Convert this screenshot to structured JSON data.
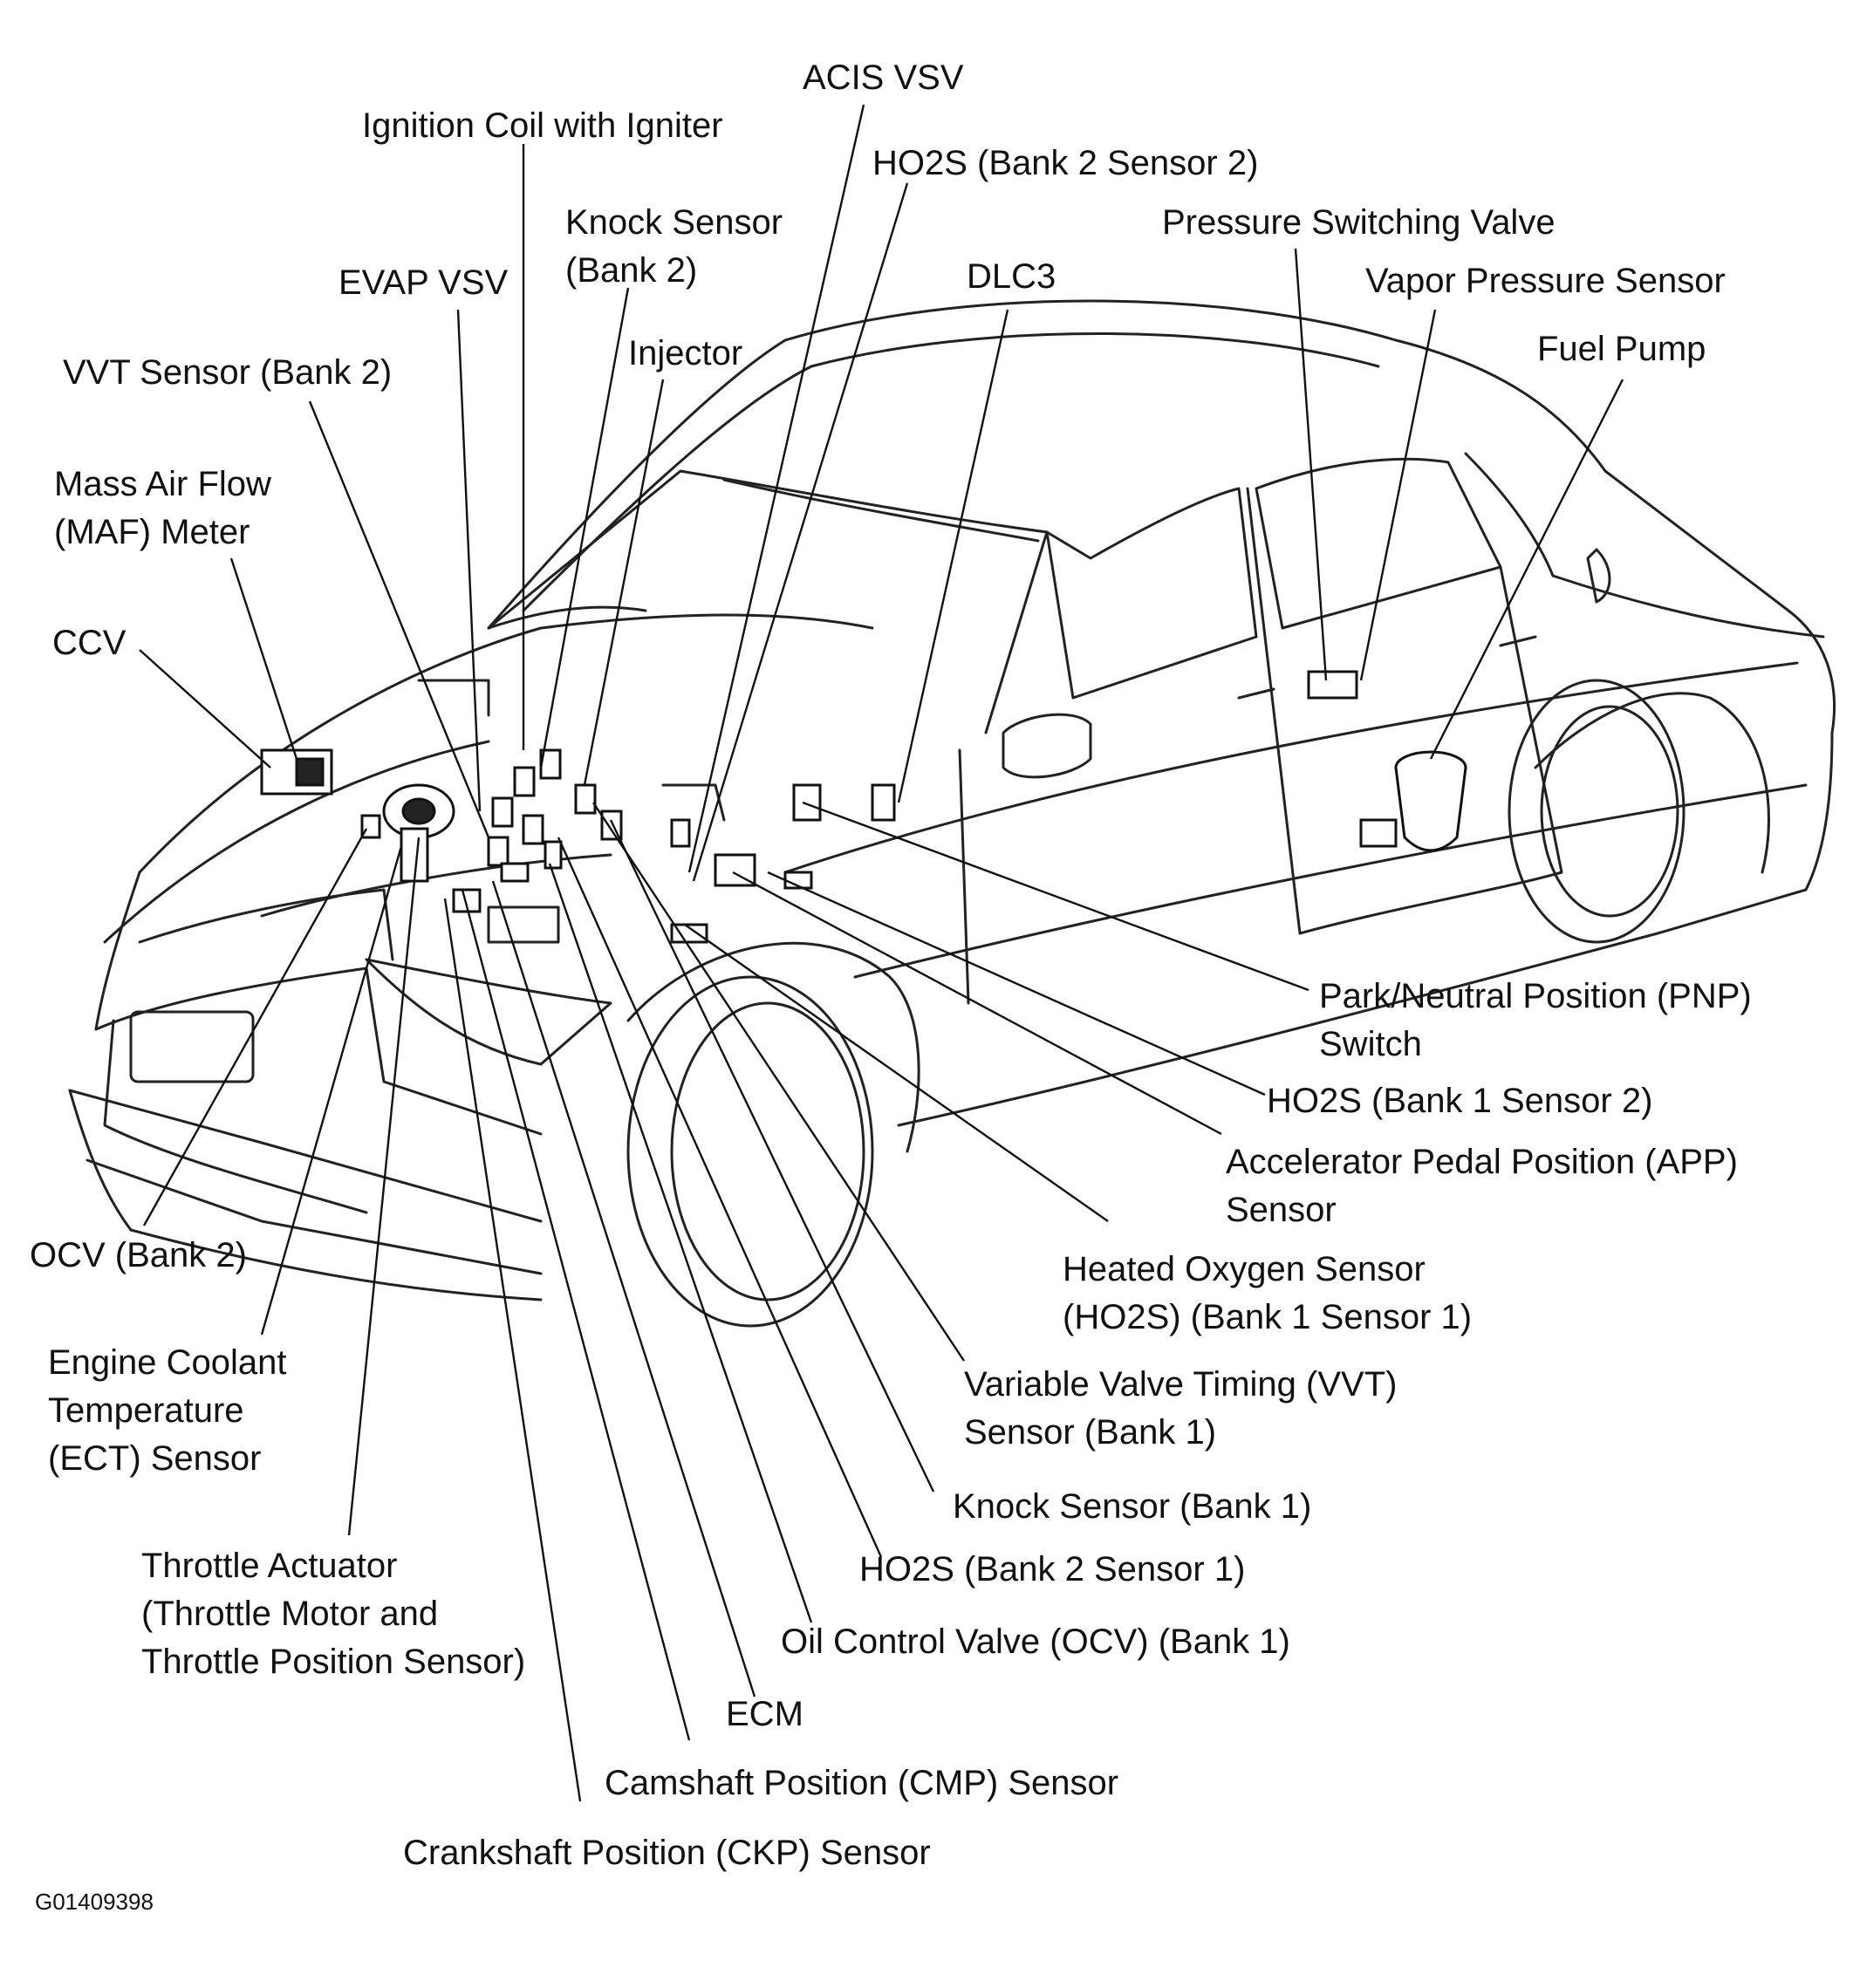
{
  "labels": {
    "acis_vsv": "ACIS VSV",
    "ignition_coil": "Ignition Coil with Igniter",
    "ho2s_b2s2": "HO2S (Bank 2 Sensor 2)",
    "knock_b2_l1": "Knock Sensor",
    "knock_b2_l2": "(Bank 2)",
    "pressure_switching_valve": "Pressure Switching Valve",
    "evap_vsv": "EVAP VSV",
    "dlc3": "DLC3",
    "vapor_pressure_sensor": "Vapor Pressure Sensor",
    "injector": "Injector",
    "fuel_pump": "Fuel Pump",
    "vvt_b2": "VVT Sensor (Bank 2)",
    "maf_l1": "Mass Air Flow",
    "maf_l2": "(MAF) Meter",
    "ccv": "CCV",
    "pnp_l1": "Park/Neutral Position (PNP)",
    "pnp_l2": "Switch",
    "ho2s_b1s2": "HO2S (Bank 1 Sensor 2)",
    "app_l1": "Accelerator Pedal Position (APP)",
    "app_l2": "Sensor",
    "ocv_b2": "OCV (Bank 2)",
    "hos_l1": "Heated Oxygen Sensor",
    "hos_l2": "(HO2S) (Bank 1 Sensor 1)",
    "ect_l1": "Engine Coolant",
    "ect_l2": "Temperature",
    "ect_l3": "(ECT) Sensor",
    "vvt_b1_l1": "Variable Valve Timing (VVT)",
    "vvt_b1_l2": "Sensor (Bank 1)",
    "knock_b1": "Knock Sensor (Bank 1)",
    "throttle_l1": "Throttle Actuator",
    "throttle_l2": "(Throttle Motor and",
    "throttle_l3": "Throttle Position Sensor)",
    "ho2s_b2s1": "HO2S (Bank 2 Sensor 1)",
    "ocv_b1": "Oil Control Valve (OCV) (Bank 1)",
    "ecm": "ECM",
    "cmp": "Camshaft Position (CMP) Sensor",
    "ckp": "Crankshaft Position (CKP) Sensor"
  },
  "figure_id": "G01409398"
}
